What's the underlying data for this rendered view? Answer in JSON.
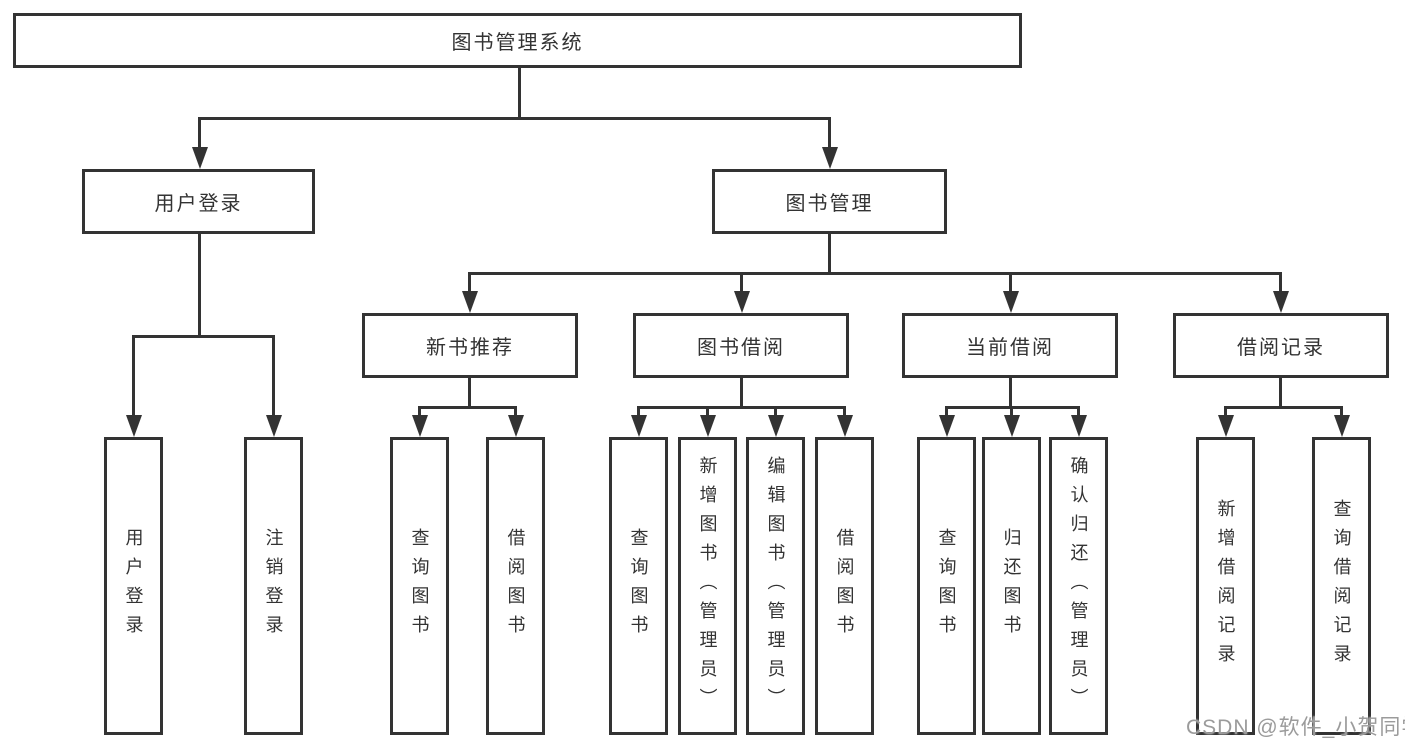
{
  "diagram": {
    "title": "图书管理系统",
    "nodes": {
      "root": {
        "label": "图书管理系统"
      },
      "level2": [
        {
          "label": "用户登录"
        },
        {
          "label": "图书管理"
        }
      ],
      "level3": [
        {
          "label": "新书推荐",
          "parent": "图书管理"
        },
        {
          "label": "图书借阅",
          "parent": "图书管理"
        },
        {
          "label": "当前借阅",
          "parent": "图书管理"
        },
        {
          "label": "借阅记录",
          "parent": "图书管理"
        }
      ],
      "leaves": [
        {
          "label": "用户登录",
          "parent": "用户登录"
        },
        {
          "label": "注销登录",
          "parent": "用户登录"
        },
        {
          "label": "查询图书",
          "parent": "新书推荐"
        },
        {
          "label": "借阅图书",
          "parent": "新书推荐"
        },
        {
          "label": "查询图书",
          "parent": "图书借阅"
        },
        {
          "label": "新增图书（管理员）",
          "parent": "图书借阅"
        },
        {
          "label": "编辑图书（管理员）",
          "parent": "图书借阅"
        },
        {
          "label": "借阅图书",
          "parent": "图书借阅"
        },
        {
          "label": "查询图书",
          "parent": "当前借阅"
        },
        {
          "label": "归还图书",
          "parent": "当前借阅"
        },
        {
          "label": "确认归还（管理员）",
          "parent": "当前借阅"
        },
        {
          "label": "新增借阅记录",
          "parent": "借阅记录"
        },
        {
          "label": "查询借阅记录",
          "parent": "借阅记录"
        }
      ]
    },
    "colors": {
      "line": "#333333",
      "text": "#333333",
      "box_background": "#ffffff",
      "page_background": "#ffffff",
      "watermark": "#9b9b9b"
    }
  },
  "watermark": {
    "text": "CSDN @软件_小贺同学"
  }
}
